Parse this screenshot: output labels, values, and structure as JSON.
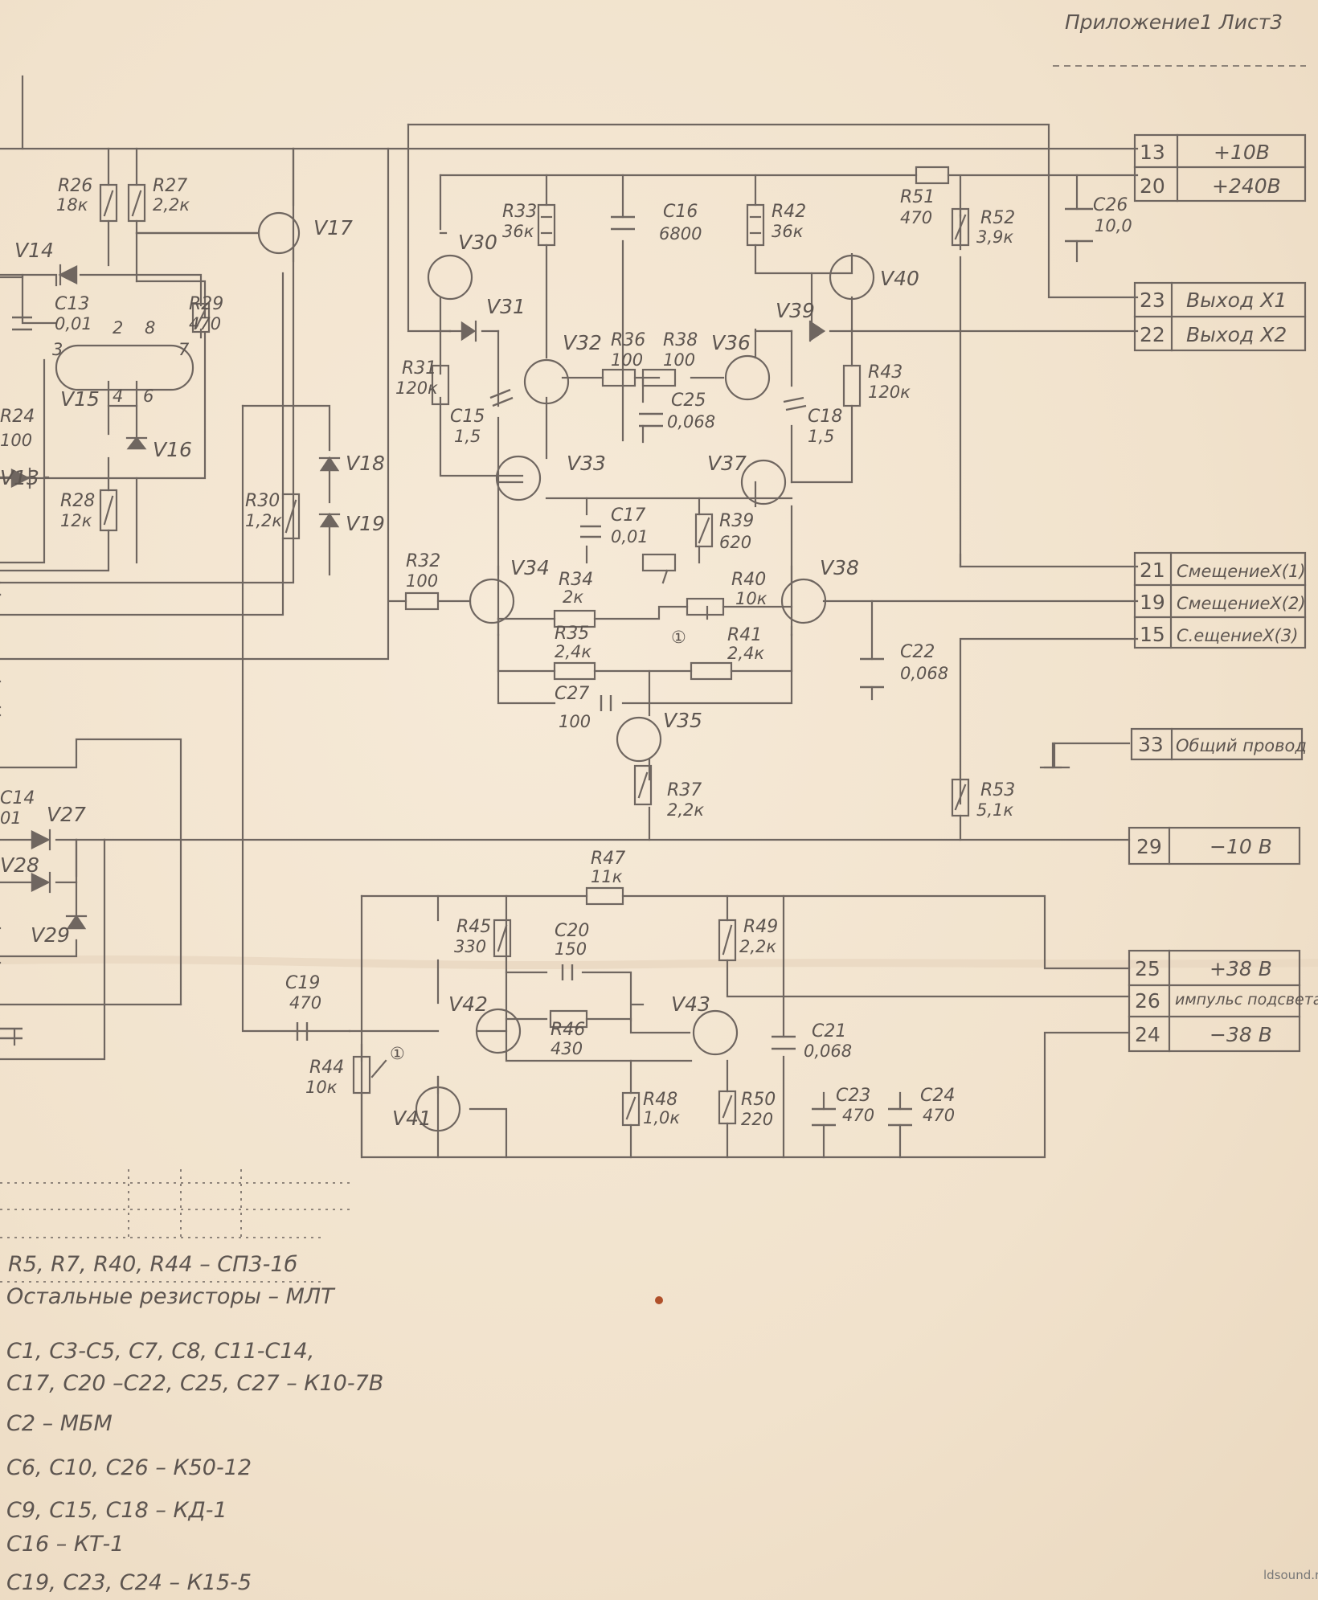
{
  "header": {
    "text": "Приложение1  Лист3"
  },
  "watermark": "ldsound.ru",
  "connector": [
    {
      "pin": "13",
      "label": "+10В"
    },
    {
      "pin": "20",
      "label": "+240В"
    },
    {
      "pin": "23",
      "label": "Выход Х1"
    },
    {
      "pin": "22",
      "label": "Выход Х2"
    },
    {
      "pin": "21",
      "label": "СмещениеХ(1)"
    },
    {
      "pin": "19",
      "label": "СмещениеХ(2)"
    },
    {
      "pin": "15",
      "label": "С.ещениеХ(3)"
    },
    {
      "pin": "33",
      "label": "Общий провод"
    },
    {
      "pin": "29",
      "label": "−10 В"
    },
    {
      "pin": "25",
      "label": "+38 В"
    },
    {
      "pin": "26",
      "label": "импульс подсвета"
    },
    {
      "pin": "24",
      "label": "−38 В"
    }
  ],
  "components": {
    "R26": {
      "ref": "R26",
      "val": "18к"
    },
    "R27": {
      "ref": "R27",
      "val": "2,2к"
    },
    "R29": {
      "ref": "R29",
      "val": "470"
    },
    "R24": {
      "ref": "R24",
      "val": "100"
    },
    "R28": {
      "ref": "R28",
      "val": "12к"
    },
    "R30": {
      "ref": "R30",
      "val": "1,2к"
    },
    "R31": {
      "ref": "R31",
      "val": "120к"
    },
    "R32": {
      "ref": "R32",
      "val": "100"
    },
    "R33": {
      "ref": "R33",
      "val": "36к"
    },
    "R34": {
      "ref": "R34",
      "val": "2к"
    },
    "R35": {
      "ref": "R35",
      "val": "2,4к"
    },
    "R36": {
      "ref": "R36",
      "val": "100"
    },
    "R37": {
      "ref": "R37",
      "val": "2,2к"
    },
    "R38": {
      "ref": "R38",
      "val": "100"
    },
    "R39": {
      "ref": "R39",
      "val": "620"
    },
    "R40": {
      "ref": "R40",
      "val": "10к"
    },
    "R41": {
      "ref": "R41",
      "val": "2,4к"
    },
    "R42": {
      "ref": "R42",
      "val": "36к"
    },
    "R43": {
      "ref": "R43",
      "val": "120к"
    },
    "R44": {
      "ref": "R44",
      "val": "10к"
    },
    "R45": {
      "ref": "R45",
      "val": "330"
    },
    "R46": {
      "ref": "R46",
      "val": "430"
    },
    "R47": {
      "ref": "R47",
      "val": "11к"
    },
    "R48": {
      "ref": "R48",
      "val": "1,0к"
    },
    "R49": {
      "ref": "R49",
      "val": "2,2к"
    },
    "R50": {
      "ref": "R50",
      "val": "220"
    },
    "R51": {
      "ref": "R51",
      "val": "470"
    },
    "R52": {
      "ref": "R52",
      "val": "3,9к"
    },
    "R53": {
      "ref": "R53",
      "val": "5,1к"
    },
    "C13": {
      "ref": "C13",
      "val": "0,01"
    },
    "C14": {
      "ref": "C14",
      "val": "01"
    },
    "C15": {
      "ref": "C15",
      "val": "1,5"
    },
    "C16": {
      "ref": "C16",
      "val": "6800"
    },
    "C17": {
      "ref": "C17",
      "val": "0,01"
    },
    "C18": {
      "ref": "C18",
      "val": "1,5"
    },
    "C19": {
      "ref": "C19",
      "val": "470"
    },
    "C20": {
      "ref": "C20",
      "val": "150"
    },
    "C21": {
      "ref": "C21",
      "val": "0,068"
    },
    "C22": {
      "ref": "C22",
      "val": "0,068"
    },
    "C23": {
      "ref": "C23",
      "val": "470"
    },
    "C24": {
      "ref": "C24",
      "val": "470"
    },
    "C25": {
      "ref": "C25",
      "val": "0,068"
    },
    "C26": {
      "ref": "C26",
      "val": "10,0"
    },
    "C27": {
      "ref": "C27",
      "val": "100"
    }
  },
  "devices": {
    "V13": "V13",
    "V14": "V14",
    "V15": "V15",
    "V16": "V16",
    "V17": "V17",
    "V18": "V18",
    "V19": "V19",
    "V27": "V27",
    "V28": "V28",
    "V29": "V29",
    "V30": "V30",
    "V31": "V31",
    "V32": "V32",
    "V33": "V33",
    "V34": "V34",
    "V35": "V35",
    "V36": "V36",
    "V37": "V37",
    "V38": "V38",
    "V39": "V39",
    "V40": "V40",
    "V41": "V41",
    "V42": "V42",
    "V43": "V43"
  },
  "v15_pins": {
    "p2": "2",
    "p8": "8",
    "p3": "3",
    "p7": "7",
    "p4": "4",
    "p6": "6"
  },
  "notes": [
    "R5, R7, R40, R44 – СП3-1б",
    "Остальные резисторы – МЛТ",
    "С1, С3-С5, С7, С8, С11-С14,",
    "С17, С20 –С22, С25, С27  – К10-7В",
    "С2  – МБМ",
    "С6, С10, С26  – К50-12",
    "С9, С15, С18  – КД-1",
    "С16  – КТ-1",
    "С19, С23, С24  – К15-5"
  ],
  "trim_mark": "①"
}
